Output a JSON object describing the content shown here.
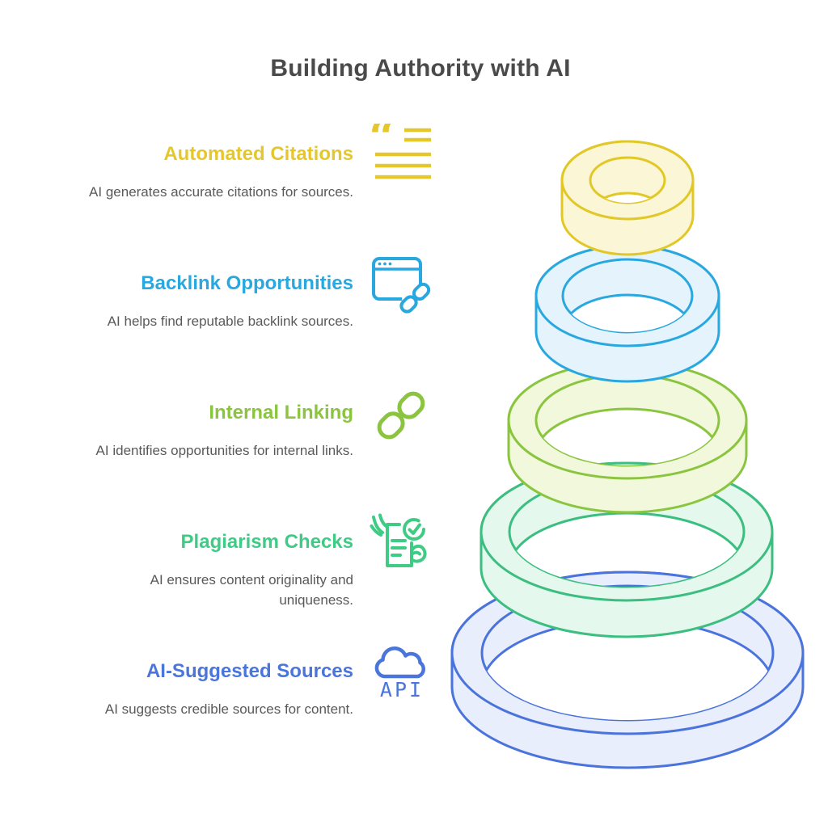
{
  "title": "Building Authority with AI",
  "title_color": "#4A4A4A",
  "items": [
    {
      "label": "Automated Citations",
      "description": "AI generates accurate citations for sources.",
      "color": "#E5C72B",
      "icon": "citation-quotes-icon"
    },
    {
      "label": "Backlink Opportunities",
      "description": "AI helps find reputable backlink sources.",
      "color": "#29A8E0",
      "icon": "browser-link-icon"
    },
    {
      "label": "Internal Linking",
      "description": "AI identifies opportunities for internal links.",
      "color": "#8BC53F",
      "icon": "chain-link-icon"
    },
    {
      "label": "Plagiarism Checks",
      "description": "AI ensures content originality and uniqueness.",
      "color": "#3ECC85",
      "icon": "document-check-hands-icon"
    },
    {
      "label": "AI-Suggested Sources",
      "description": "AI suggests credible sources for content.",
      "color": "#4A76DB",
      "icon": "api-cloud-icon"
    }
  ],
  "pyramid": {
    "type": "stacked-isometric-rings",
    "description_of_visual": "Five 3D rings stacked as a pyramid, smallest on top, matching item colors top to bottom",
    "rings_top_to_bottom": [
      {
        "label": "Automated Citations",
        "stroke": "#E2C827",
        "fill": "#FBF7D6"
      },
      {
        "label": "Backlink Opportunities",
        "stroke": "#29A8E0",
        "fill": "#E4F3FC"
      },
      {
        "label": "Internal Linking",
        "stroke": "#8BC53F",
        "fill": "#F1F8DC"
      },
      {
        "label": "Plagiarism Checks",
        "stroke": "#3CBE80",
        "fill": "#E5F8EE"
      },
      {
        "label": "AI-Suggested Sources",
        "stroke": "#4A73DB",
        "fill": "#E9EEFC"
      }
    ],
    "background": "#FFFFFF"
  }
}
